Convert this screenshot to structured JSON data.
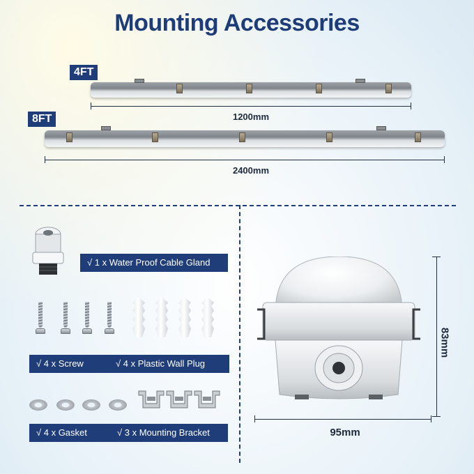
{
  "title": "Mounting Accessories",
  "fixtures": {
    "four_ft": {
      "tag": "4FT",
      "length": "1200mm"
    },
    "eight_ft": {
      "tag": "8FT",
      "length": "2400mm"
    }
  },
  "accessories": {
    "cable_gland": "√ 1 x Water Proof Cable Gland",
    "screw": "√ 4 x Screw",
    "wall_plug": "√ 4 x Plastic Wall Plug",
    "gasket": "√ 4 x Gasket",
    "bracket": "√ 3 x Mounting Bracket"
  },
  "cross_section": {
    "height": "83mm",
    "width": "95mm"
  },
  "colors": {
    "brand_navy": "#1f3d78",
    "title_navy": "#1e3d78"
  }
}
